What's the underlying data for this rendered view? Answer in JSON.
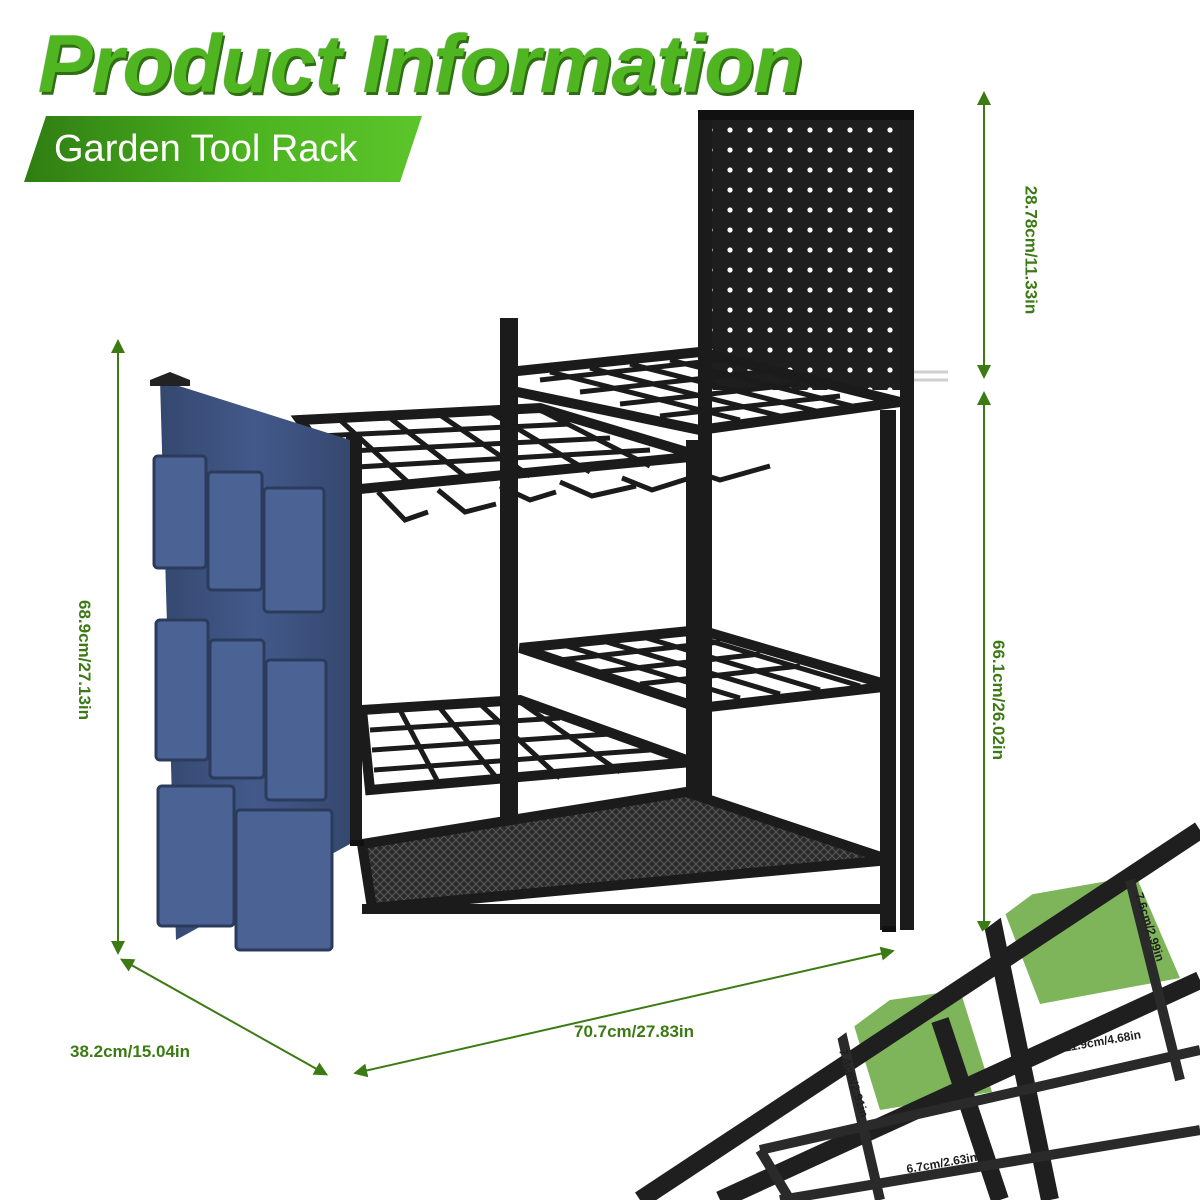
{
  "header": {
    "title": "Product Information",
    "subtitle": "Garden Tool Rack"
  },
  "dimensions": {
    "depth": "38.2cm/15.04in",
    "width": "70.7cm/27.83in",
    "left_height": "68.9cm/27.13in",
    "pegboard_height": "28.78cm/11.33in",
    "right_height": "66.1cm/26.02in"
  },
  "detail_callout": {
    "large_cell_height": "7.6cm/2.99in",
    "large_cell_width": "11.9cm/4.68in",
    "small_cell_height": "7.4cm/2.91in",
    "small_cell_width": "6.7cm/2.63in"
  },
  "colors": {
    "accent_green": "#4fb521",
    "dimension_green": "#3c7a14",
    "frame_black": "#1b1b1b",
    "organizer_blue": "#3a4f7a",
    "highlight_green": "#7fb55a"
  }
}
